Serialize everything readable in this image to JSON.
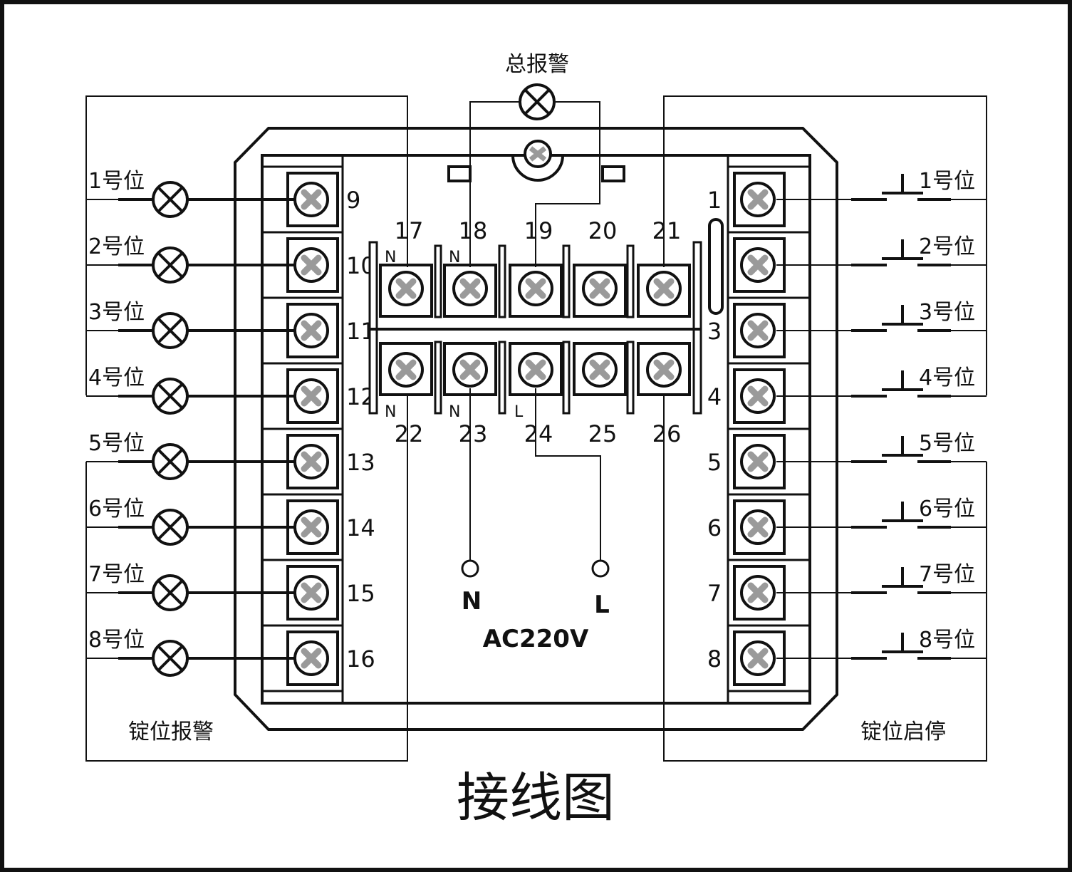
{
  "title": "接线图",
  "top_lamp_label": "总报警",
  "left_group_label": "锭位报警",
  "right_group_label": "锭位启停",
  "power_label": "AC220V",
  "power_terminals": [
    "N",
    "L"
  ],
  "left_positions": [
    "1号位",
    "2号位",
    "3号位",
    "4号位",
    "5号位",
    "6号位",
    "7号位",
    "8号位"
  ],
  "right_positions": [
    "1号位",
    "2号位",
    "3号位",
    "4号位",
    "5号位",
    "6号位",
    "7号位",
    "8号位"
  ],
  "left_terminal_numbers": [
    "9",
    "10",
    "11",
    "12",
    "13",
    "14",
    "15",
    "16"
  ],
  "right_terminal_numbers": [
    "1",
    "",
    "3",
    "4",
    "5",
    "6",
    "7",
    "8"
  ],
  "top_row_numbers": [
    "17",
    "18",
    "19",
    "20",
    "21"
  ],
  "bottom_row_numbers": [
    "22",
    "23",
    "24",
    "25",
    "26"
  ],
  "top_row_marks": [
    "N",
    "N",
    "",
    "",
    ""
  ],
  "bottom_row_marks": [
    "N",
    "N",
    "L",
    "",
    ""
  ],
  "colors": {
    "line": "#111111",
    "screw": "#9a9a9a",
    "background": "#ffffff"
  },
  "icons": {
    "lamp": "lamp-icon",
    "button": "push-button-icon",
    "screw": "screw-terminal-icon"
  }
}
